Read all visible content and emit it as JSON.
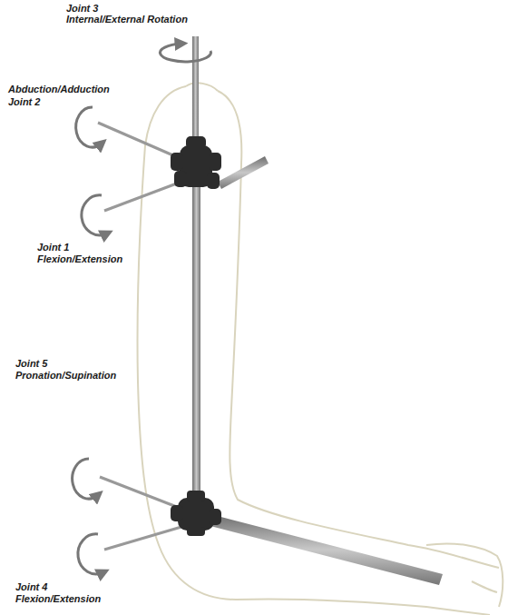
{
  "diagram": {
    "labels": [
      "Joint 3",
      "Internal/External Rotation",
      "Abduction/Adduction",
      "Joint 2",
      "Joint 1",
      "Flexion/Extension",
      "Joint 5",
      "Pronation/Supination",
      "Joint 4",
      "Flexion/Extension"
    ]
  }
}
